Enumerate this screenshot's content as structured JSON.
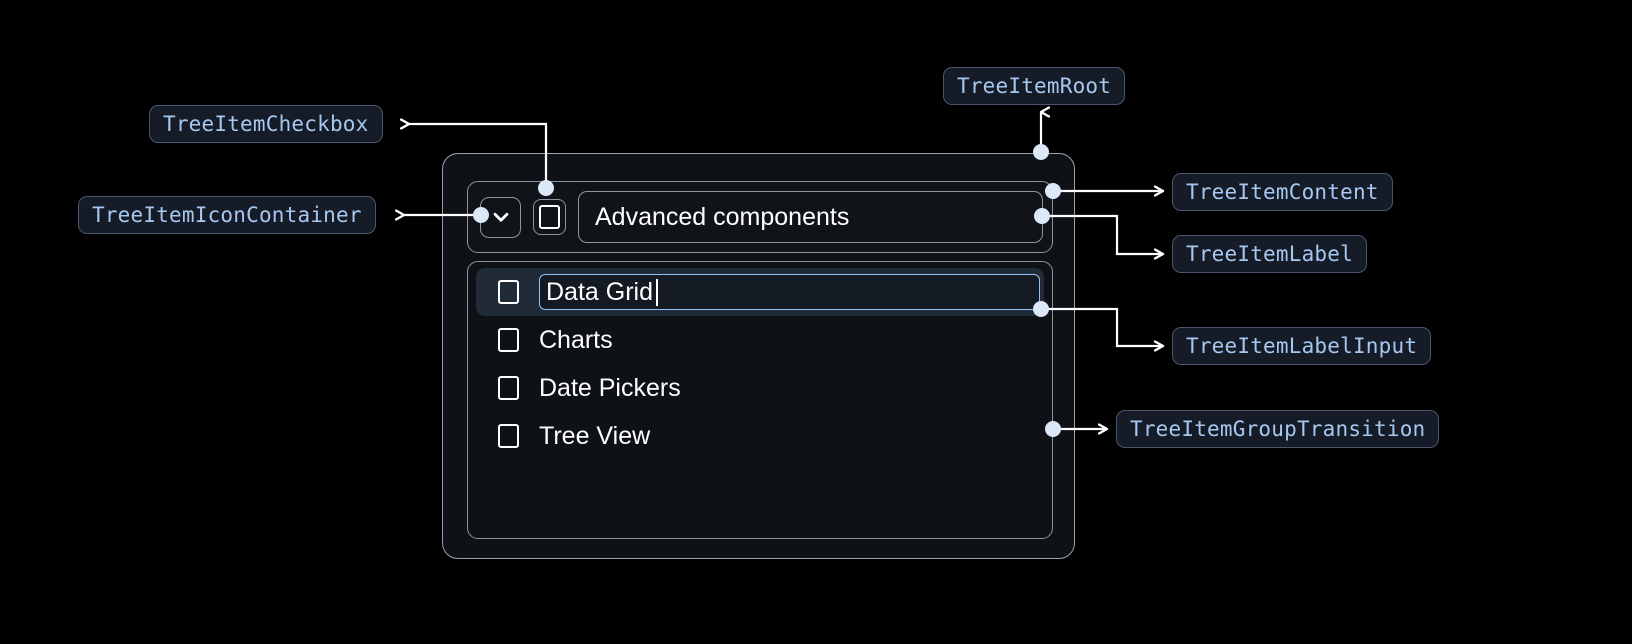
{
  "annotations": [
    {
      "key": "checkbox",
      "label": "TreeItemCheckbox"
    },
    {
      "key": "icon_container",
      "label": "TreeItemIconContainer"
    },
    {
      "key": "root",
      "label": "TreeItemRoot"
    },
    {
      "key": "content",
      "label": "TreeItemContent"
    },
    {
      "key": "label",
      "label": "TreeItemLabel"
    },
    {
      "key": "label_input",
      "label": "TreeItemLabelInput"
    },
    {
      "key": "group_transition",
      "label": "TreeItemGroupTransition"
    }
  ],
  "tree": {
    "header": {
      "expand_icon": "chevron-down-icon",
      "checkbox_checked": false,
      "label": "Advanced components"
    },
    "items": [
      {
        "label": "Data Grid",
        "editing": true,
        "selected": true,
        "checked": false
      },
      {
        "label": "Charts",
        "editing": false,
        "selected": false,
        "checked": false
      },
      {
        "label": "Date Pickers",
        "editing": false,
        "selected": false,
        "checked": false
      },
      {
        "label": "Tree View",
        "editing": false,
        "selected": false,
        "checked": false
      }
    ]
  },
  "colors": {
    "page_background": "#000000",
    "card_background": "#0e1116",
    "card_border": "#9aa2ad",
    "annotation_background": "#161c27",
    "annotation_border": "#4c566b",
    "annotation_text": "#a6c8f0",
    "selected_row_background": "#212b38",
    "input_focus_border": "#8ec2f5",
    "connector": "#ffffff",
    "connector_dot": "#dce8f7",
    "text": "#ffffff"
  }
}
